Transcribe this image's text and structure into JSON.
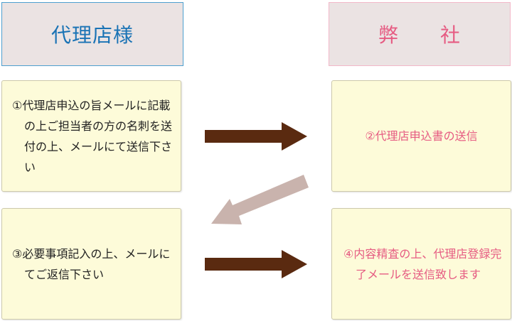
{
  "headers": {
    "left": "代理店様",
    "right": "弊　　社"
  },
  "steps": [
    {
      "id": 1,
      "text": "①代理店申込の旨メールに記載の上ご担当者の方の名刺を送付の上、メールにて送信下さい"
    },
    {
      "id": 2,
      "text": "②代理店申込書の送信"
    },
    {
      "id": 3,
      "text": "③必要事項記入の上、メールにてご返信下さい"
    },
    {
      "id": 4,
      "text": "④内容精査の上、代理店登録完了メールを送信致します"
    }
  ],
  "colors": {
    "left_header_text": "#1a73b5",
    "right_header_text": "#e65b82",
    "header_bg": "#ebe3e3",
    "box_bg": "#fdfbd9",
    "right_box_text": "#e65b82",
    "arrow_dark": "#5a2a10",
    "arrow_light": "#c9b3ad"
  },
  "arrows": [
    {
      "from": "step-1",
      "to": "step-2",
      "style": "dark"
    },
    {
      "from": "step-2",
      "to": "step-3",
      "style": "light"
    },
    {
      "from": "step-3",
      "to": "step-4",
      "style": "dark"
    }
  ]
}
